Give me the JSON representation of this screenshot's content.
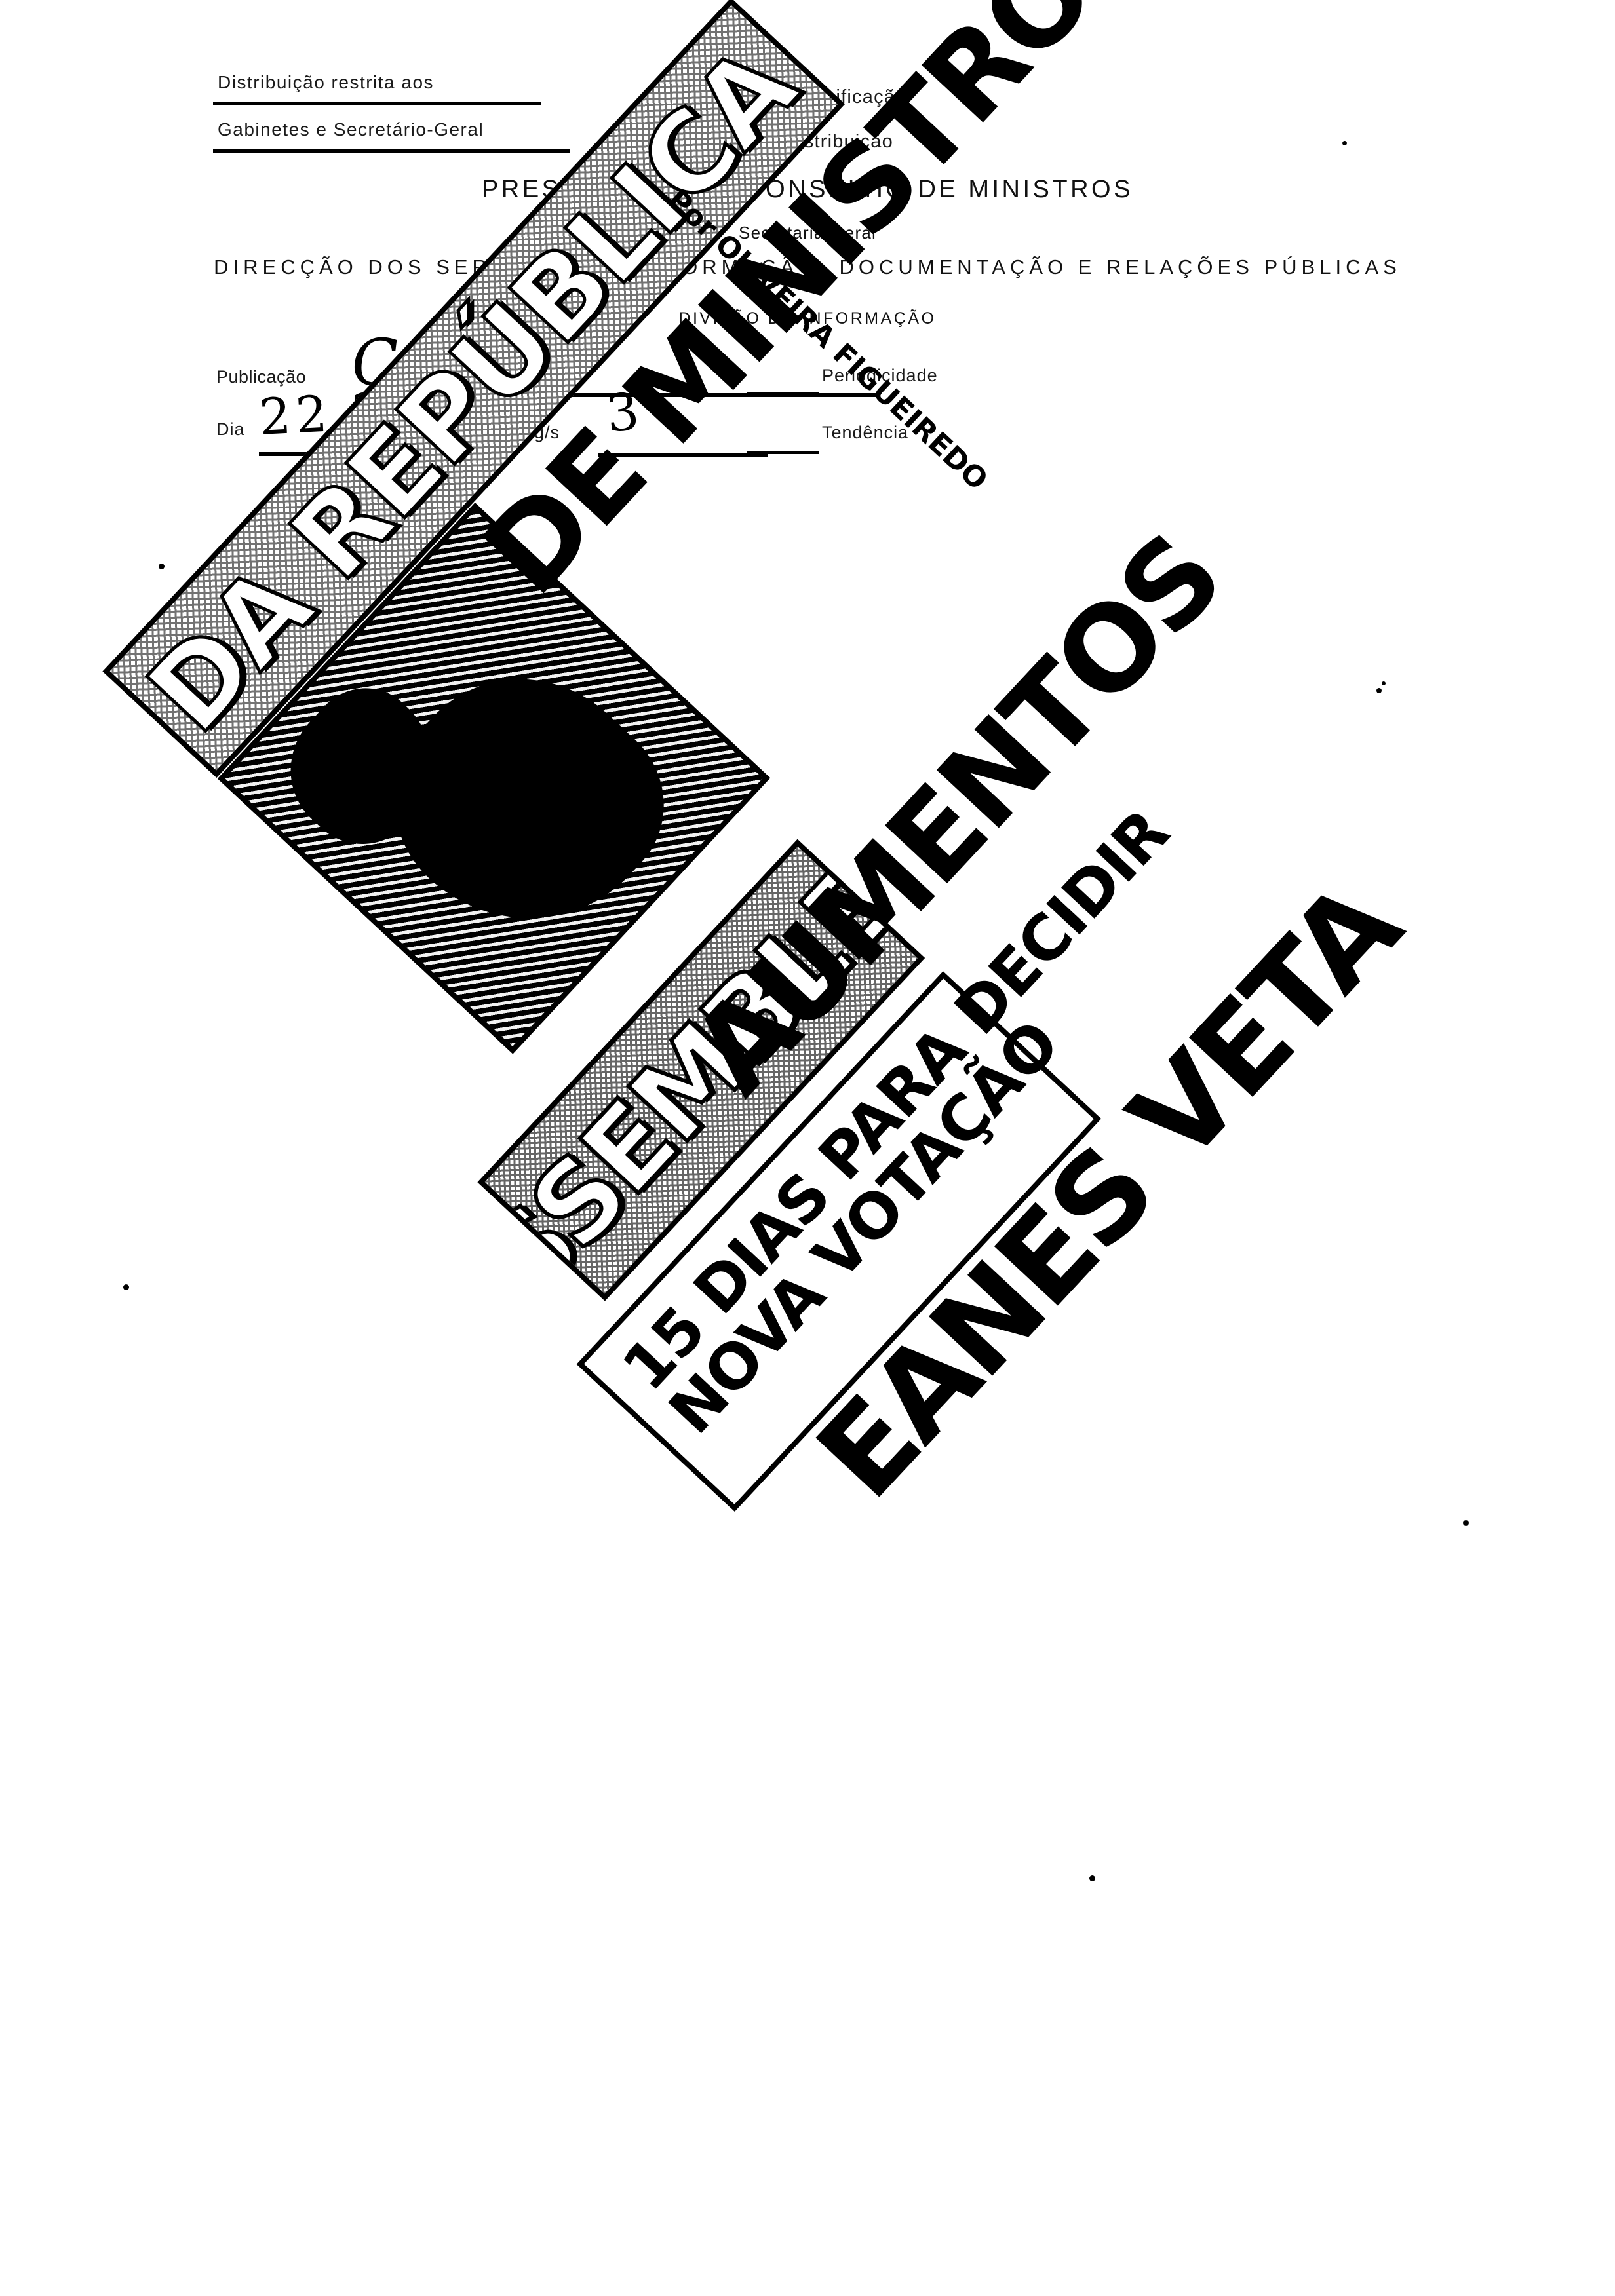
{
  "archive_form": {
    "distribution_note_line1": "Distribuição restrita aos",
    "distribution_note_line2": "Gabinetes e Secretário-Geral",
    "classificacao_label": "Classificação",
    "distribuicao_label": "Distribuição",
    "organization_title": "PRESIDÊNCIA DO CONSELHO DE MINISTROS",
    "organization_subtitle": "Secretaria-Geral",
    "organization_department": "DIRECÇÃO DOS SERVIÇOS DE INFORMAÇÃO, DOCUMENTAÇÃO E RELAÇÕES PÚBLICAS",
    "organization_division": "DIVISÃO DE INFORMAÇÃO",
    "publicacao_label": "Publicação",
    "publicacao_value": "Capital",
    "dia_label": "Dia",
    "dia_value": "22.2.85",
    "pags_label": "Pág/s",
    "pags_value": "3",
    "periodicidade_label": "Periodicidade",
    "periodicidade_value": "",
    "tendencia_label": "Tendência",
    "tendencia_value": ""
  },
  "clipping": {
    "kicker_band": "DA REPÚBLICA",
    "assembleia_band": "ASSEMBLEIA",
    "headline_line_ministros": "DE MINISTROS E DEPUTADOS",
    "headline_line_aumentos": "AUMENTOS",
    "headline_line_eanes": "EANES VETA",
    "byline": "Por OLIVEIRA FIGUEIREDO",
    "subhead_line1": "15 DIAS PARA DECIDIR",
    "subhead_line2": "NOVA VOTAÇÃO"
  },
  "colors": {
    "ink": "#000000",
    "paper": "#ffffff"
  }
}
